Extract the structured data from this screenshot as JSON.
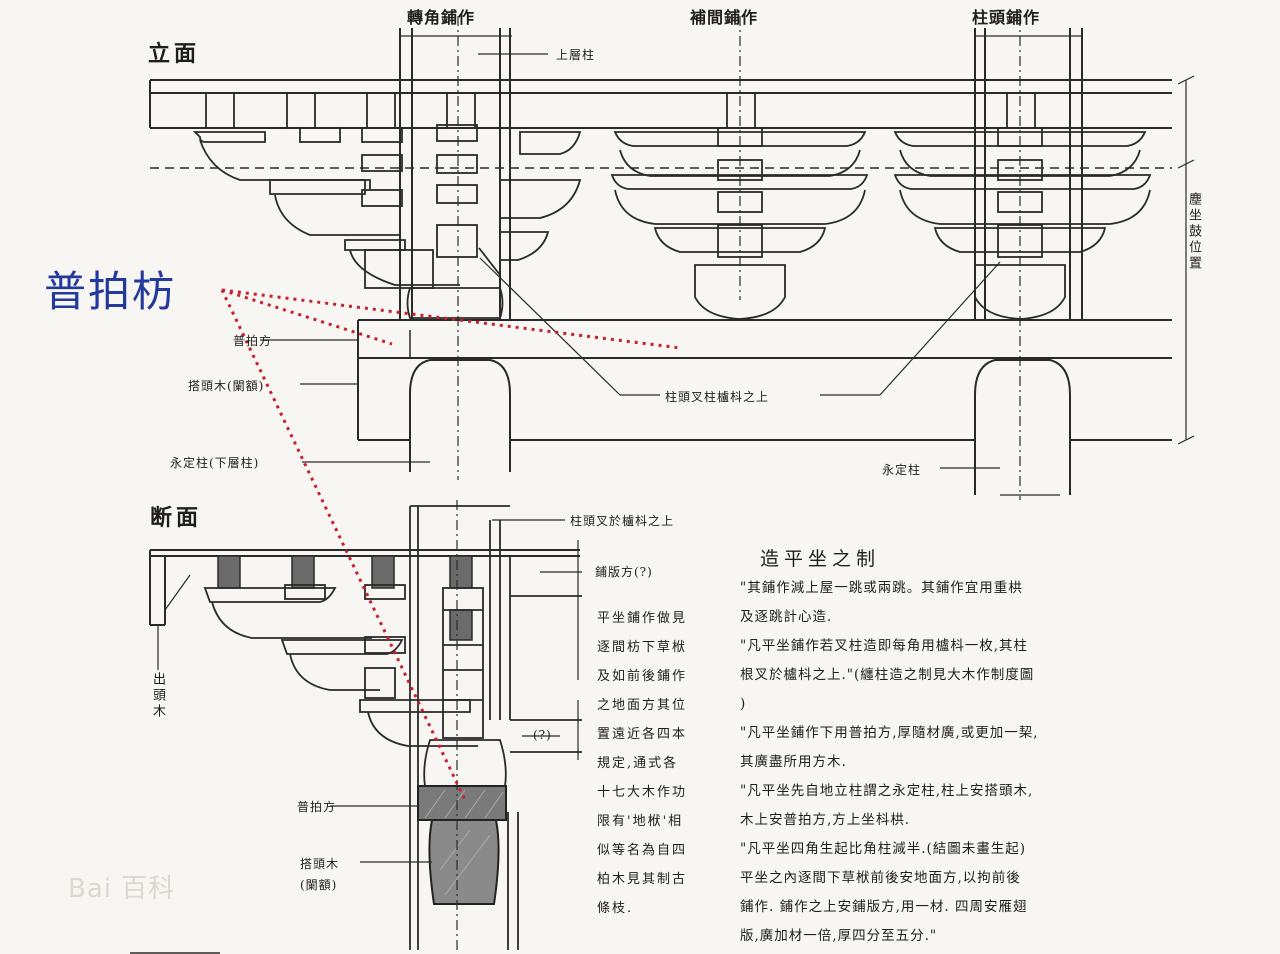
{
  "headings": {
    "elevation": "立面",
    "section": "断面",
    "top_left": "轉角鋪作",
    "top_mid": "補間鋪作",
    "top_right": "柱頭鋪作"
  },
  "callout": {
    "text": "普拍枋",
    "color": "#233a9c",
    "leader_color": "#c8202c"
  },
  "labels": {
    "upper_column": "上層柱",
    "pupai_upper": "普拍方",
    "diaotou_upper": "搭頭木(闌額)",
    "yongding_lower": "永定柱(下層柱)",
    "column_on_bracket": "柱頭叉柱櫨枓之上",
    "yongding_right": "永定柱",
    "platform_height": "塵坐鼓位置",
    "section_column_top": "柱頭叉於櫨枓之上",
    "diefang": "鋪版方(?)",
    "lever": "出頭木",
    "dim_mark": "(?)",
    "pupai_lower": "普拍方",
    "diaotou_lower": "搭頭木",
    "diaotou_lower_2": "(闌額)"
  },
  "column_note": [
    "平坐鋪作做見",
    "逐間枋下草栿",
    "及如前後鋪作",
    "之地面方其位",
    "置遠近各四本",
    "規定,通式各",
    "十七大木作功",
    "限有'地栿'相",
    "似等名為自四",
    "柏木見其制古",
    "條枝."
  ],
  "notes": {
    "title": "造平坐之制",
    "lines": [
      "\"其鋪作減上屋一跳或兩跳。其鋪作宜用重栱",
      "及逐跳計心造.",
      "\"凡平坐鋪作若叉柱造即每角用櫨枓一枚,其柱",
      "根叉於櫨枓之上.\"(纏柱造之制見大木作制度圖",
      "  )",
      "\"凡平坐鋪作下用普拍方,厚隨材廣,或更加一栔,",
      "其廣盡所用方木.",
      "\"凡平坐先自地立柱謂之永定柱,柱上安搭頭木,",
      "木上安普拍方,方上坐枓栱.",
      "\"凡平坐四角生起比角柱減半.(結圖未畫生起)",
      "  平坐之內逐間下草栿前後安地面方,以拘前後",
      "鋪作. 鋪作之上安鋪版方,用一材. 四周安雁翅",
      "版,廣加材一倍,厚四分至五分.\""
    ]
  },
  "watermark": "Bai 百科"
}
